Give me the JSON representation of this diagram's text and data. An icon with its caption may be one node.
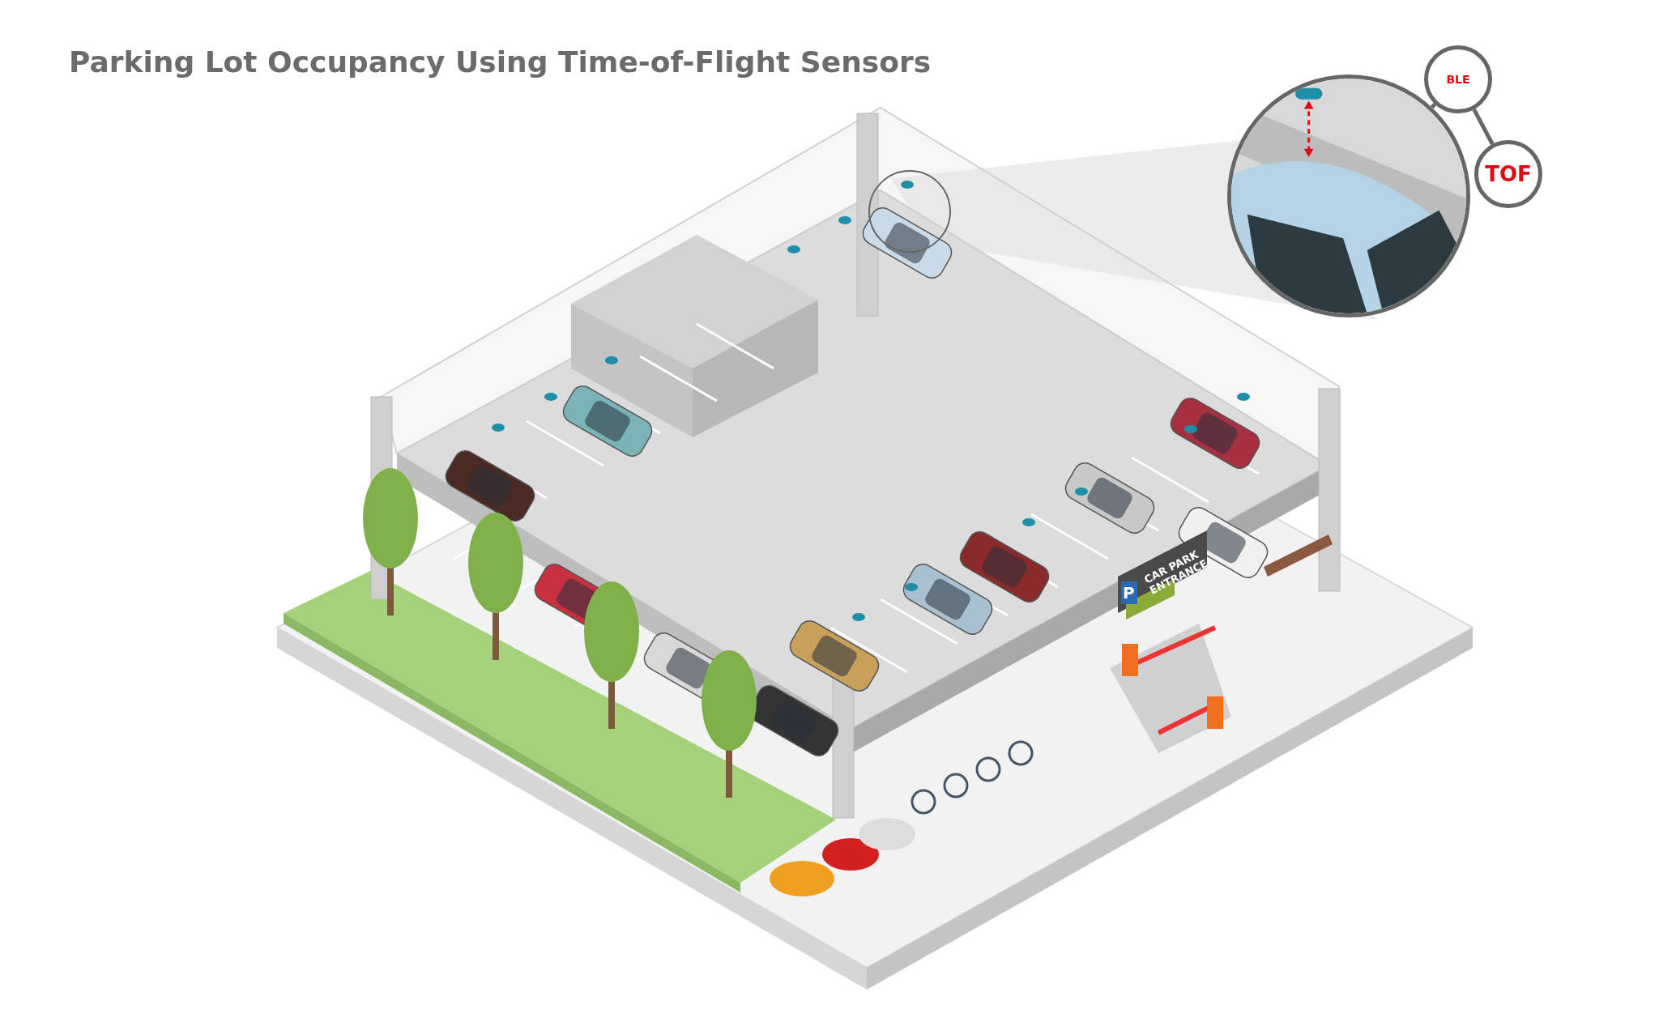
{
  "diagram": {
    "title": "Parking Lot Occupancy Using Time-of-Flight Sensors",
    "nodes": [
      {
        "text": [],
        "shape": "circle"
      },
      {
        "text": [
          "BLE"
        ]
      },
      {
        "text": [
          "TOF"
        ]
      }
    ],
    "edges": [
      {
        "from": 0,
        "to": 1,
        "arrow": "none"
      },
      {
        "from": 1,
        "to": 2,
        "arrow": "none"
      }
    ],
    "labels": [
      "P",
      "CAR PARK ENTRANCE"
    ]
  }
}
